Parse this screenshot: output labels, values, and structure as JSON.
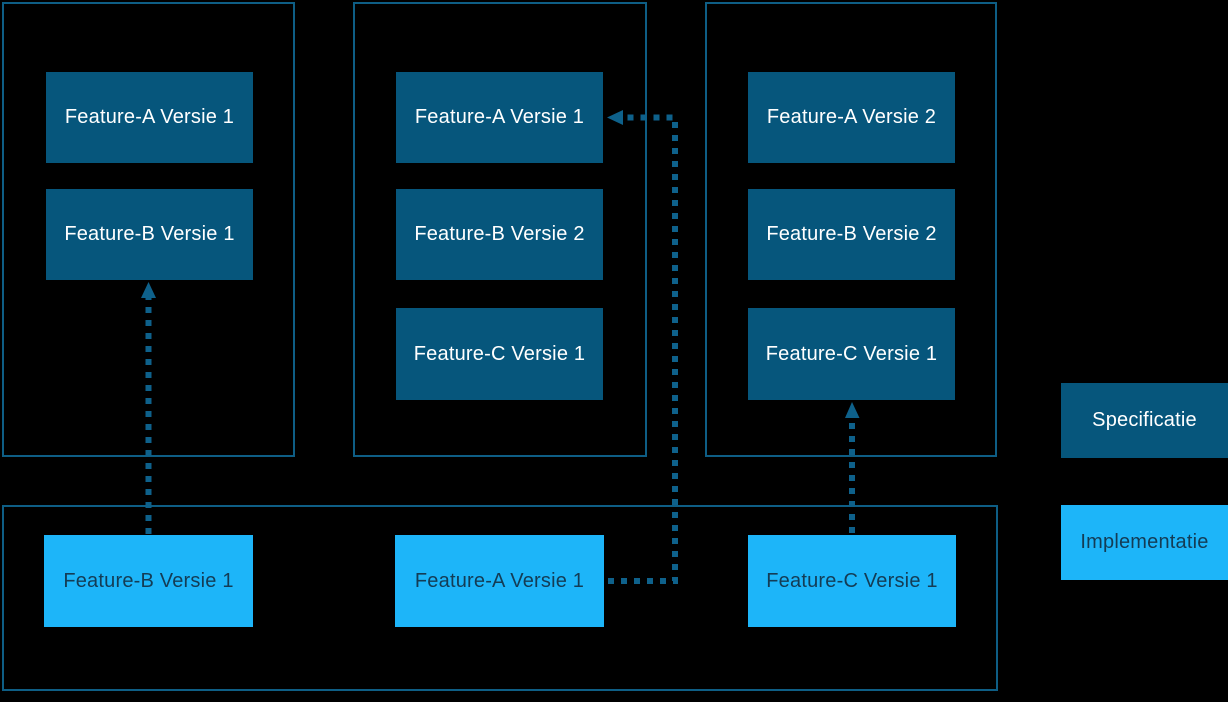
{
  "diagram": {
    "spec_columns": [
      {
        "name": "specification-version-1",
        "boxes": [
          "Feature-A Versie 1",
          "Feature-B Versie 1"
        ]
      },
      {
        "name": "specification-version-2",
        "boxes": [
          "Feature-A Versie 1",
          "Feature-B Versie 2",
          "Feature-C Versie 1"
        ]
      },
      {
        "name": "specification-version-3",
        "boxes": [
          "Feature-A Versie 2",
          "Feature-B Versie 2",
          "Feature-C Versie 1"
        ]
      }
    ],
    "implementations": {
      "boxes": [
        "Feature-B Versie 1",
        "Feature-A Versie 1",
        "Feature-C Versie 1"
      ]
    },
    "legend": {
      "specification_label": "Specificatie",
      "implementation_label": "Implementatie"
    },
    "arrows": [
      {
        "from": "impl-feature-b-versie-1",
        "to": "spec1-feature-b-versie-1",
        "style": "dotted"
      },
      {
        "from": "impl-feature-a-versie-1",
        "to": "spec2-feature-a-versie-1",
        "style": "dotted"
      },
      {
        "from": "impl-feature-c-versie-1",
        "to": "spec3-feature-c-versie-1",
        "style": "dotted"
      }
    ],
    "colors": {
      "background": "#000000",
      "specification_fill": "#06567C",
      "implementation_fill": "#1DB5F9",
      "container_border": "#0E5E85",
      "arrow": "#0E618B",
      "specification_text": "#FFFFFF",
      "implementation_text": "#143C55"
    }
  }
}
